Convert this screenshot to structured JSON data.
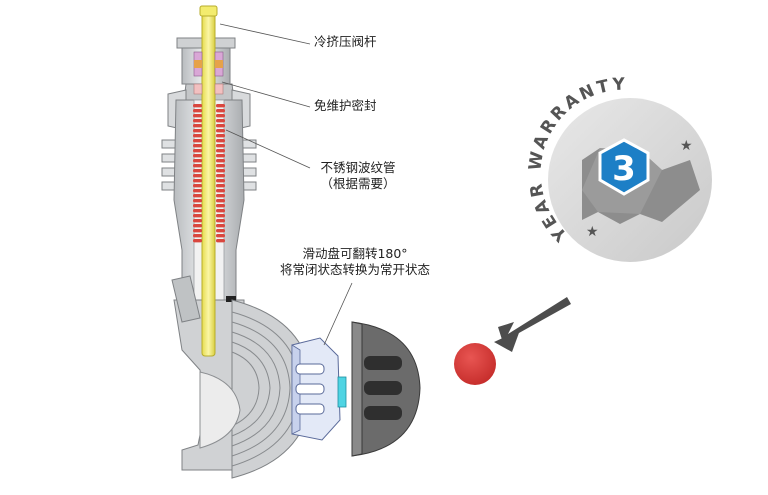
{
  "labels": {
    "valve_stem": "冷挤压阀杆",
    "maintenance_free_seal": "免维护密封",
    "bellows_line1": "不锈钢波纹管",
    "bellows_line2": "（根据需要）",
    "slide_disc_line1": "滑动盘可翻转180°",
    "slide_disc_line2": "将常闭状态转换为常开状态"
  },
  "badge": {
    "arc_text": "YEAR WARRANTY",
    "number": "3",
    "icon": "wrench-warranty-badge-icon"
  },
  "icons": {
    "arrow": "pointer-arrow-icon",
    "dot": "red-dot-icon"
  },
  "colors": {
    "stem": "#f5ee7a",
    "bellows": "#d9473f",
    "metal": "#d4d6d8",
    "metal_dark": "#8f9295",
    "disc": "#dfe6f7",
    "disc_seat": "#5c5c5c",
    "badge_bg": "#dcdcdc",
    "badge_blue": "#1d7fc6",
    "red_dot": "#d83b38"
  }
}
